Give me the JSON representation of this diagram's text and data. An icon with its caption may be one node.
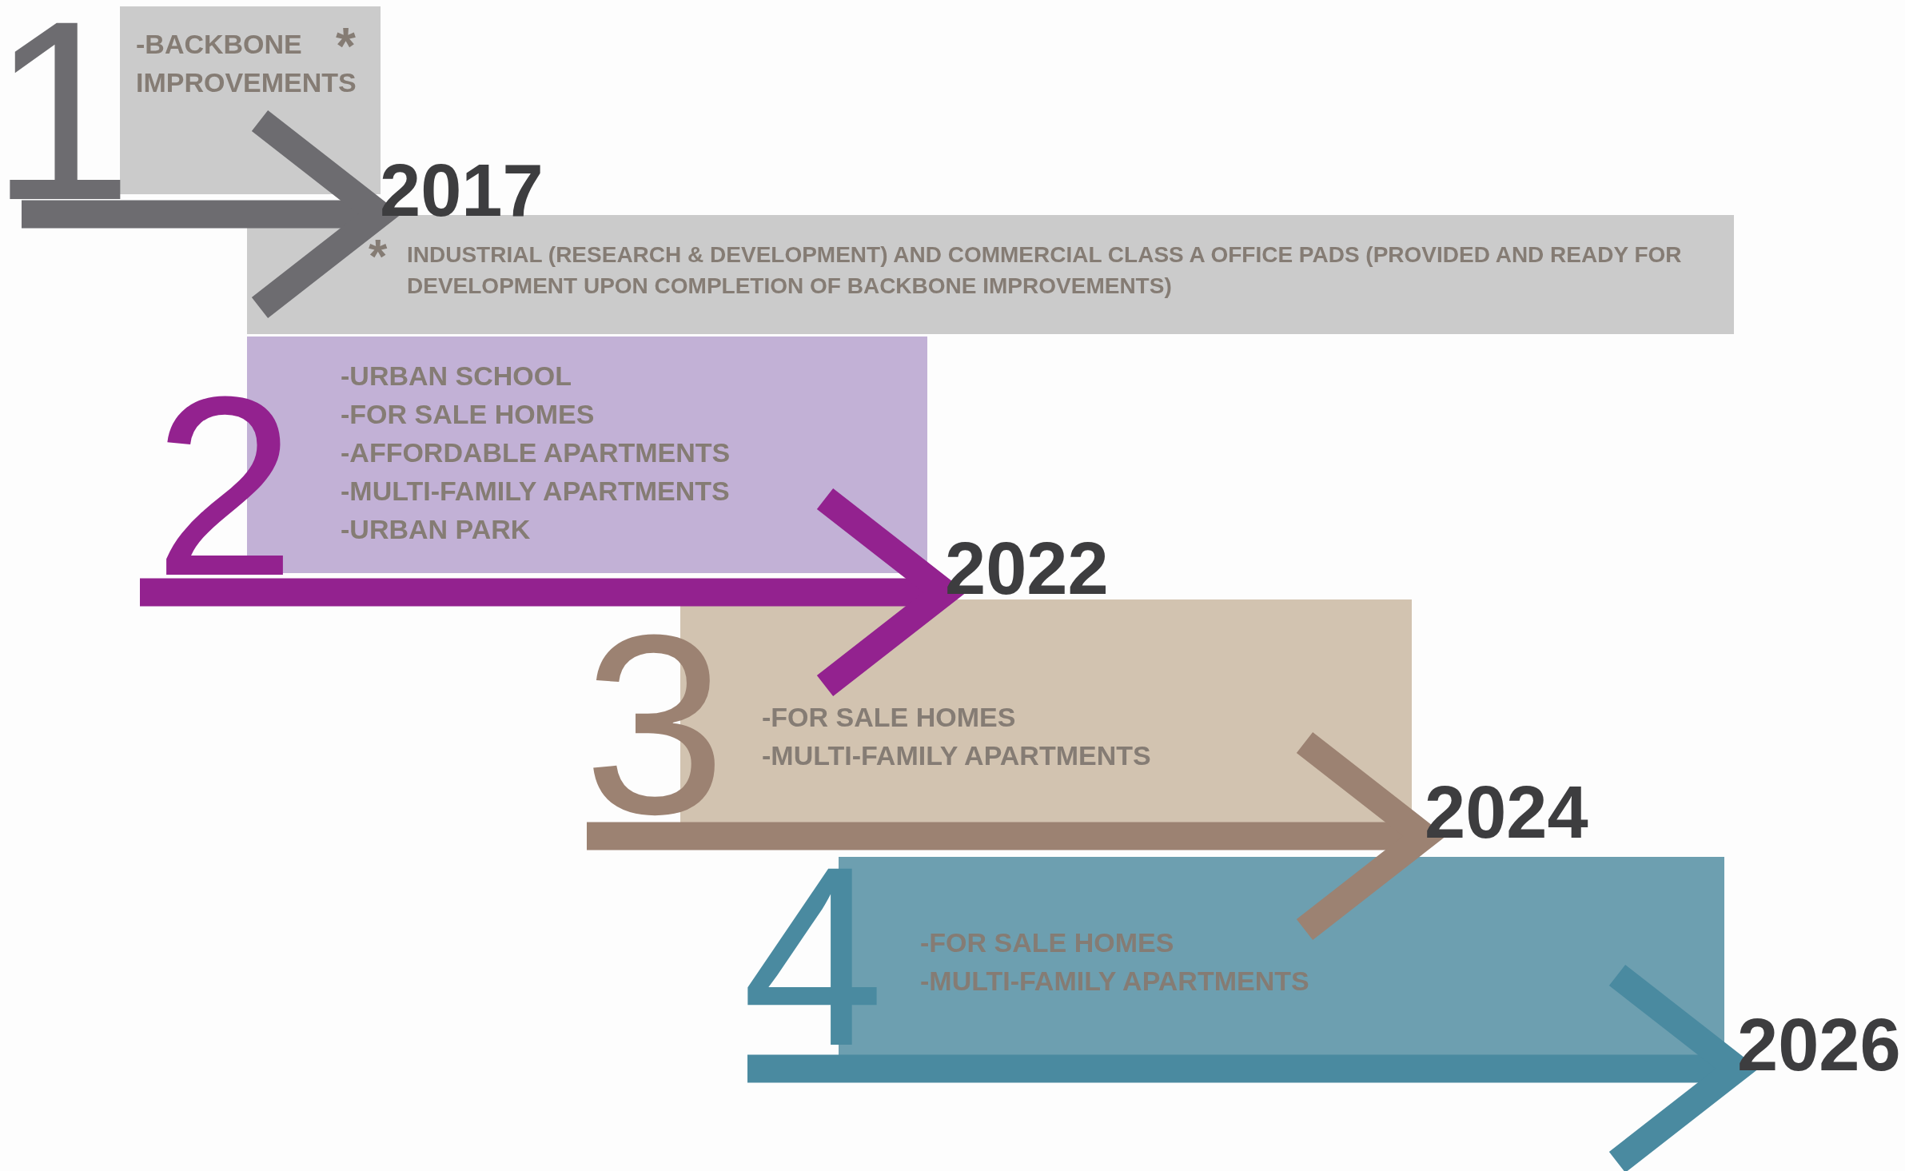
{
  "diagram": {
    "nodes": [
      {
        "text": [
          "-BACKBONE IMPROVEMENTS",
          "*"
        ],
        "beside": [
          "1"
        ]
      },
      {
        "text": [
          "2017"
        ]
      },
      {
        "text": [
          "*",
          "INDUSTRIAL (RESEARCH & DEVELOPMENT)  AND COMMERCIAL CLASS A OFFICE PADS (PROVIDED AND READY FOR DEVELOPMENT UPON COMPLETION OF BACKBONE IMPROVEMENTS)"
        ]
      },
      {
        "text": [
          "-URBAN SCHOOL",
          "-FOR SALE HOMES",
          "-AFFORDABLE APARTMENTS",
          "-MULTI-FAMILY APARTMENTS",
          "-URBAN PARK"
        ],
        "beside": [
          "2"
        ]
      },
      {
        "text": [
          "2022"
        ]
      },
      {
        "text": [
          "-FOR SALE HOMES",
          "-MULTI-FAMILY APARTMENTS"
        ],
        "beside": [
          "3"
        ]
      },
      {
        "text": [
          "2024"
        ]
      },
      {
        "text": [
          "-FOR SALE HOMES",
          "-MULTI-FAMILY APARTMENTS"
        ],
        "beside": [
          "4"
        ]
      },
      {
        "text": [
          "2026"
        ]
      }
    ],
    "edges": [
      {
        "from": 0,
        "to": 1,
        "arrow": "to",
        "color": "#6d6c70"
      },
      {
        "from": null,
        "to": 4,
        "arrow": "to",
        "color": "#93228f"
      },
      {
        "from": 5,
        "to": 6,
        "arrow": "to",
        "color": "#9c8272"
      },
      {
        "from": null,
        "to": 8,
        "arrow": "to",
        "color": "#4a8aa0"
      }
    ]
  }
}
